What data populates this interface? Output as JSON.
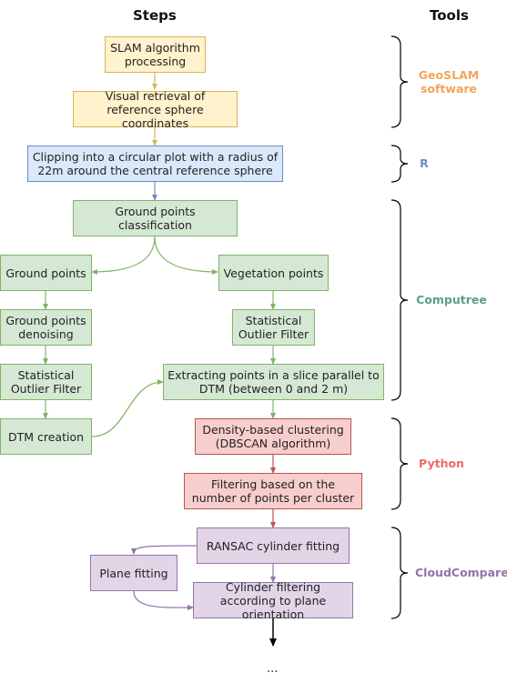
{
  "headers": {
    "steps": "Steps",
    "tools": "Tools"
  },
  "steps": {
    "slam": "SLAM algorithm processing",
    "visual_retrieval": "Visual retrieval of reference sphere coordinates",
    "clipping": "Clipping into a circular plot with a radius of 22m around the central reference sphere",
    "ground_class": "Ground points classification",
    "ground_points": "Ground points",
    "vegetation_points": "Vegetation points",
    "ground_denoising": "Ground points denoising",
    "sof_left": "Statistical Outlier Filter",
    "sof_right": "Statistical Outlier Filter",
    "dtm_creation": "DTM creation",
    "extracting": "Extracting points in a slice parallel to DTM (between 0 and 2 m)",
    "dbscan": "Density-based clustering (DBSCAN algorithm)",
    "filtering_points": "Filtering based on the number of points per cluster",
    "ransac": "RANSAC cylinder fitting",
    "plane_fitting": "Plane fitting",
    "cyl_filtering": "Cylinder filtering according to plane orientation",
    "ellipsis": "..."
  },
  "tools": {
    "geoslam": {
      "label": "GeoSLAM software",
      "color": "#f5a35a"
    },
    "r": {
      "label": "R",
      "color": "#6c8ebf"
    },
    "computree": {
      "label": "Computree",
      "color": "#5a9e8f"
    },
    "python": {
      "label": "Python",
      "color": "#ea6b66"
    },
    "cloudcompare": {
      "label": "CloudCompare",
      "color": "#9673a6"
    }
  },
  "colors": {
    "yellow_fill": "#fff2cc",
    "yellow_stroke": "#d6b656",
    "blue_fill": "#dae8fc",
    "blue_stroke": "#6c8ebf",
    "green_fill": "#d5e8d4",
    "green_stroke": "#82b366",
    "red_fill": "#f8cecc",
    "red_stroke": "#b85450",
    "purple_fill": "#e1d5e7",
    "purple_stroke": "#9673a6"
  }
}
